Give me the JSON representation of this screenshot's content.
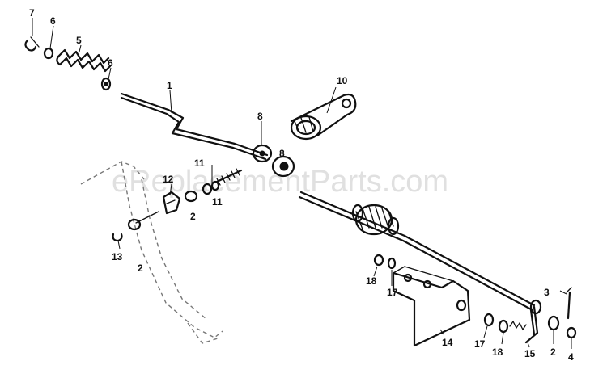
{
  "watermark": "eReplacementParts.com",
  "callouts": {
    "c1": "1",
    "c2a": "2",
    "c2b": "2",
    "c2c": "2",
    "c3": "3",
    "c4": "4",
    "c5": "5",
    "c6a": "6",
    "c6b": "6",
    "c7": "7",
    "c8a": "8",
    "c8b": "8",
    "c10": "10",
    "c11a": "11",
    "c11b": "11",
    "c12": "12",
    "c13": "13",
    "c14": "14",
    "c15": "15",
    "c17a": "17",
    "c17b": "17",
    "c18a": "18",
    "c18b": "18"
  }
}
